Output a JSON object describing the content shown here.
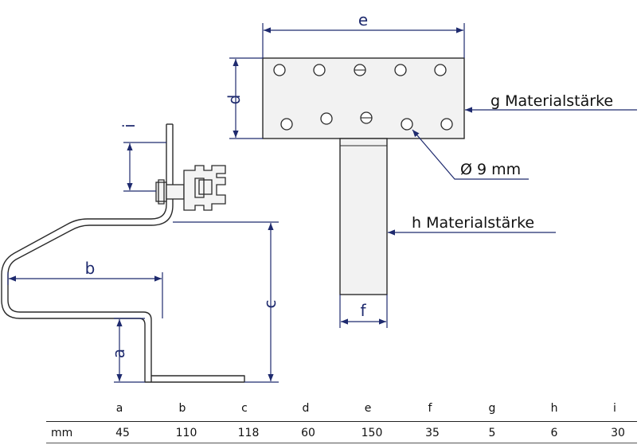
{
  "dimension_labels": {
    "a": "a",
    "b": "b",
    "c": "c",
    "d": "d",
    "e": "e",
    "f": "f",
    "i": "i"
  },
  "annotations": {
    "g": "g Materialstärke",
    "h": "h Materialstärke",
    "hole": "Ø 9 mm"
  },
  "table": {
    "row_label": "mm",
    "columns": [
      {
        "key": "a",
        "value": "45"
      },
      {
        "key": "b",
        "value": "110"
      },
      {
        "key": "c",
        "value": "118"
      },
      {
        "key": "d",
        "value": "60"
      },
      {
        "key": "e",
        "value": "150"
      },
      {
        "key": "f",
        "value": "35"
      },
      {
        "key": "g",
        "value": "5"
      },
      {
        "key": "h",
        "value": "6"
      },
      {
        "key": "i",
        "value": "30"
      }
    ]
  },
  "colors": {
    "dimension": "#1e2a6e",
    "outline": "#2a2a2a",
    "fill": "#f2f2f2"
  }
}
